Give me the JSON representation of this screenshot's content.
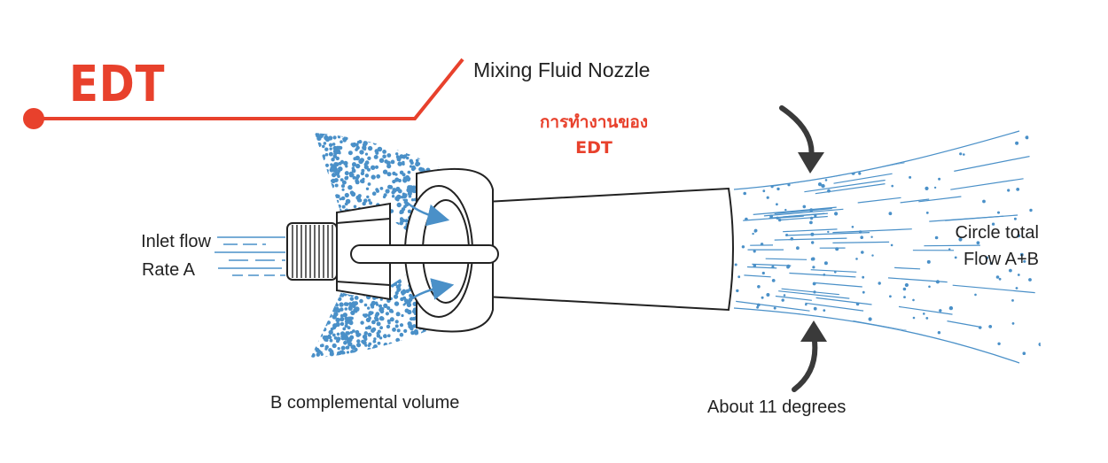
{
  "brand": {
    "logo_text": "EDT",
    "accent_color": "#e8412c"
  },
  "title": "Mixing Fluid Nozzle",
  "subtitle": {
    "line1": "การทำงานของ",
    "line2": "EDT"
  },
  "labels": {
    "inlet_line1": "Inlet flow",
    "inlet_line2": "Rate A",
    "outlet_line1": "Circle total",
    "outlet_line2": "Flow A+B",
    "b_volume": "B complemental volume",
    "angle": "About 11 degrees"
  },
  "colors": {
    "fluid": "#4a90c8",
    "outline": "#222222",
    "arrow": "#3a3a3a"
  }
}
